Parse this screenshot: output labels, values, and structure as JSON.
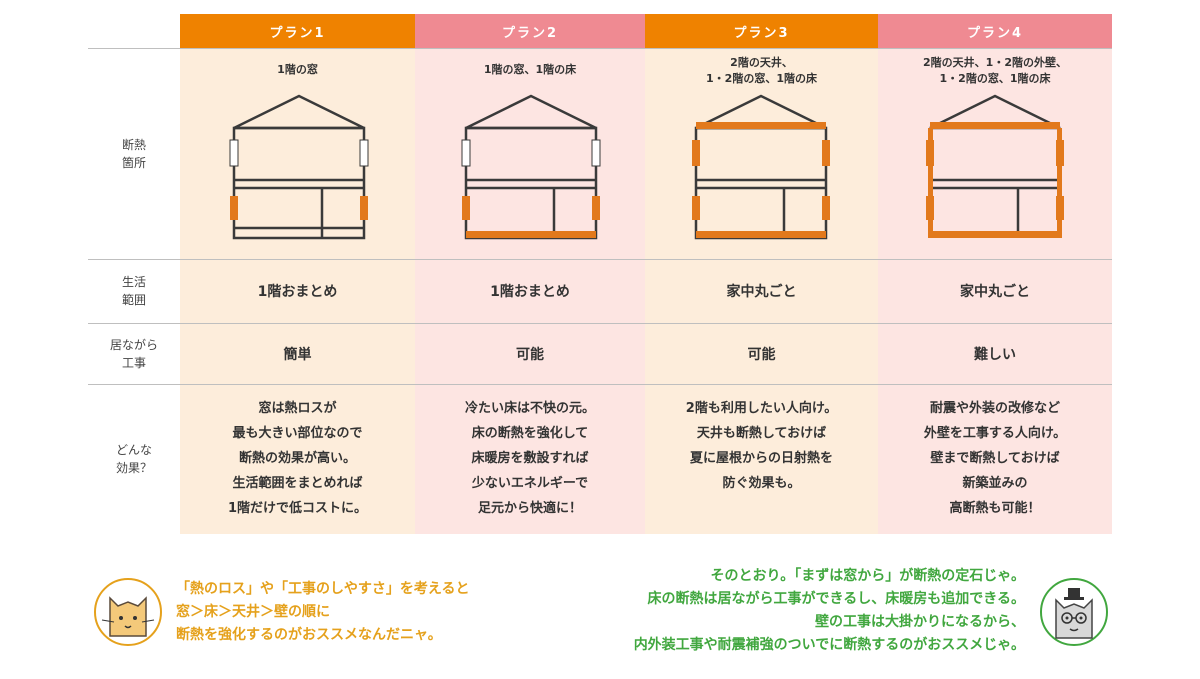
{
  "colors": {
    "orange_header": "#ef8200",
    "pink_header": "#ef8a92",
    "orange_bg": "#fdeddb",
    "pink_bg": "#fde5e2",
    "insulation": "#e2791c",
    "window_white": "#ffffff",
    "note_yellow": "#e5a11c",
    "note_green": "#41a73f"
  },
  "row_labels": {
    "insulation_area": "断熱\n箇所",
    "living_range": "生活\n範囲",
    "while_living": "居ながら\n工事",
    "effect": "どんな\n効果？"
  },
  "plans": [
    {
      "header": "プラン1",
      "caption": "1階の窓",
      "living_range": "1階おまとめ",
      "while_living": "簡単",
      "effect": "窓は熱ロスが\n最も大きい部位なので\n断熱の効果が高い。\n生活範囲をまとめれば\n1階だけで低コストに。",
      "insulated": [
        "1f_window"
      ]
    },
    {
      "header": "プラン2",
      "caption": "1階の窓、1階の床",
      "living_range": "1階おまとめ",
      "while_living": "可能",
      "effect": "冷たい床は不快の元。\n床の断熱を強化して\n床暖房を敷設すれば\n少ないエネルギーで\n足元から快適に！",
      "insulated": [
        "1f_window",
        "1f_floor"
      ]
    },
    {
      "header": "プラン3",
      "caption": "2階の天井、\n1・2階の窓、1階の床",
      "living_range": "家中丸ごと",
      "while_living": "可能",
      "effect": "2階も利用したい人向け。\n天井も断熱しておけば\n夏に屋根からの日射熱を\n防ぐ効果も。",
      "insulated": [
        "1f_window",
        "2f_window",
        "1f_floor",
        "2f_ceiling"
      ]
    },
    {
      "header": "プラン4",
      "caption": "2階の天井、1・2階の外壁、\n1・2階の窓、1階の床",
      "living_range": "家中丸ごと",
      "while_living": "難しい",
      "effect": "耐震や外装の改修など\n外壁を工事する人向け。\n壁まで断熱しておけば\n新築並みの\n高断熱も可能！",
      "insulated": [
        "1f_window",
        "2f_window",
        "1f_floor",
        "2f_ceiling",
        "walls"
      ]
    }
  ],
  "notes": {
    "left": "「熱のロス」や「工事のしやすさ」を考えると\n窓＞床＞天井＞壁の順に\n断熱を強化するのがおススメなんだニャ。",
    "right": "そのとおり。「まずは窓から」が断熱の定石じゃ。\n床の断熱は居ながら工事ができるし、床暖房も追加できる。\n壁の工事は大掛かりになるから、\n内外装工事や耐震補強のついでに断熱するのがおススメじゃ。"
  },
  "icons": {
    "left_avatar": "cat-face-icon",
    "right_avatar": "old-cat-glasses-icon"
  }
}
